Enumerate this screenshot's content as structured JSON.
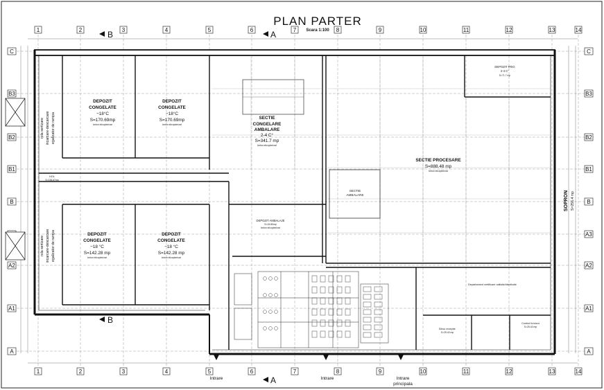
{
  "title": "PLAN PARTER",
  "scale": "Scara   1:100",
  "axes_numbers": [
    "1",
    "2",
    "3",
    "4",
    "5",
    "6",
    "7",
    "8",
    "9",
    "10",
    "11",
    "12",
    "13",
    "14"
  ],
  "axes_letters": [
    "C",
    "B3",
    "B2",
    "B1",
    "B",
    "A3",
    "A2",
    "A1",
    "A"
  ],
  "section_marks": {
    "b_top": "B",
    "a_top": "A",
    "b_bottom": "B",
    "a_bottom": "A"
  },
  "rooms": {
    "dep1": {
      "name1": "DEPOZIT",
      "name2": "CONGELATE",
      "temp": "−18°C",
      "area": "S=170.69mp",
      "note": "beton elicopterizat"
    },
    "dep2": {
      "name1": "DEPOZIT",
      "name2": "CONGELATE",
      "temp": "−18°C",
      "area": "S=170.69mp",
      "note": "beton elicopterizat"
    },
    "dep3": {
      "name1": "DEPOZIT",
      "name2": "CONGELATE",
      "temp": "−18 °C",
      "area": "S=142.28  mp",
      "note": "beton elicopterizat"
    },
    "dep4": {
      "name1": "DEPOZIT",
      "name2": "CONGELATE",
      "temp": "−18 °C",
      "area": "S=142.28  mp",
      "note": "beton elicopterizat"
    },
    "congelare": {
      "name1": "SECTIE",
      "name2": "CONGELARE",
      "name3": "AMBALARE",
      "temp": "2-4  C°",
      "area": "S=341.7  mp",
      "note": "beton elicopterizat"
    },
    "procesare": {
      "name1": "SECTIE PROCESARE",
      "area": "S=888.48  mp",
      "note": "beton elicopterizat"
    },
    "ambalare": {
      "name1": "SECTIE",
      "name2": "AMBALARE"
    },
    "depozit_ambalaje": {
      "name1": "DEPOZIT AMBALAJE",
      "area": "S=15.80mp",
      "note": "beton elicopterizat"
    },
    "depozit_frig": {
      "name1": "DEPOZIT FRIG",
      "temp": "2-4  C°",
      "area": "S=71.7 mp"
    },
    "departament": {
      "name1": "Departament certificare calitate/distributie"
    },
    "birou": {
      "name1": "Birou receptie",
      "area": "S=25.43 mp"
    },
    "control": {
      "name1": "Control furnizor",
      "area": "S=25.43 mp"
    },
    "hol": {
      "name1": "HOL",
      "area": "S=136.67mp"
    }
  },
  "side_labels": {
    "left_top": [
      "rola sertizare",
      "incarcare-descarcare",
      "egalizator de rampa"
    ],
    "left_bottom": [
      "rola sertizare",
      "incarcare-descarcare",
      "egalizator de rampa"
    ],
    "right_name": "SOPRON",
    "right_area": "S=256.4 mp"
  },
  "entrances": {
    "e1": "Intrare",
    "e2": "Intrare",
    "e3_line1": "Intrare",
    "e3_line2": "principala"
  }
}
